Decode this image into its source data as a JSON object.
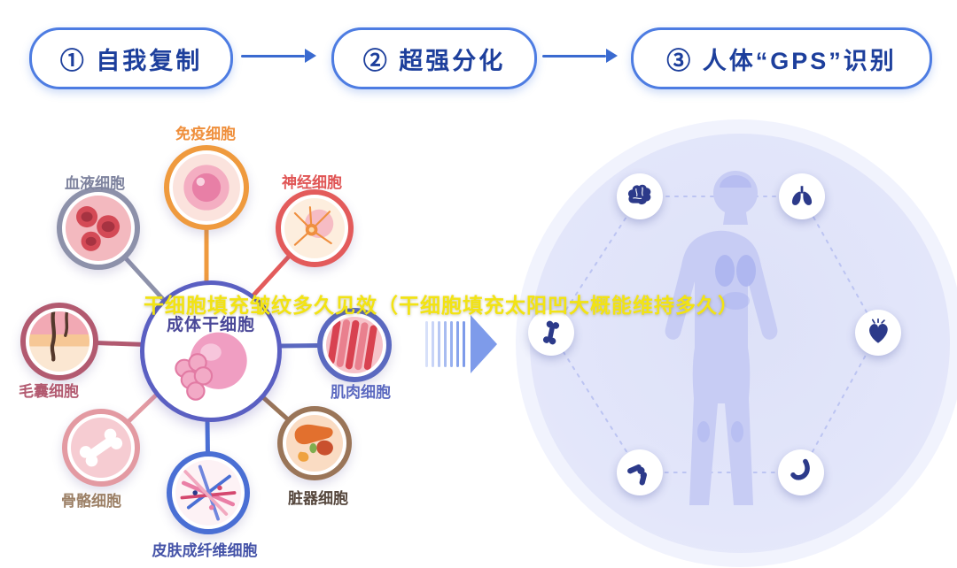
{
  "overlay_title": "干细胞填充皱纹多久见效（干细胞填充太阳凹大概能维持多久）",
  "steps": {
    "items": [
      {
        "label": "① 自我复制"
      },
      {
        "label": "② 超强分化"
      },
      {
        "label": "③ 人体“GPS”识别"
      }
    ]
  },
  "stem_map": {
    "center_label": "成体干细胞",
    "cells": [
      {
        "label": "免疫细胞",
        "color": "#ef9a3e",
        "label_color": "#ef8f3c"
      },
      {
        "label": "神经细胞",
        "color": "#e35b5b",
        "label_color": "#e05555"
      },
      {
        "label": "血液细胞",
        "color": "#8d91aa",
        "label_color": "#7e839e"
      },
      {
        "label": "毛囊细胞",
        "color": "#b25a70",
        "label_color": "#b25a70"
      },
      {
        "label": "肌肉细胞",
        "color": "#5b69c0",
        "label_color": "#5b69c0"
      },
      {
        "label": "骨骼细胞",
        "color": "#e39aa2",
        "label_color": "#9c8066"
      },
      {
        "label": "脏器细胞",
        "color": "#9a7558",
        "label_color": "#55463c"
      },
      {
        "label": "皮肤成纤维细胞",
        "color": "#4a6fd4",
        "label_color": "#4553a8"
      }
    ]
  },
  "body_map": {
    "icons": [
      {
        "name": "brain-icon"
      },
      {
        "name": "lungs-icon"
      },
      {
        "name": "bone-icon"
      },
      {
        "name": "heart-icon"
      },
      {
        "name": "joint-icon"
      },
      {
        "name": "stomach-icon"
      }
    ]
  },
  "colors": {
    "step_text": "#1d3f9c",
    "step_border": "#4d7ce2",
    "arrow_blue": "#3a6ad0",
    "title_yellow": "#f2e313",
    "hub_ring": "#5a5fc2",
    "panel_lavender": "#e2e5f9",
    "body_fill": "#c7ccf4",
    "icon_navy": "#2c3a8a"
  }
}
